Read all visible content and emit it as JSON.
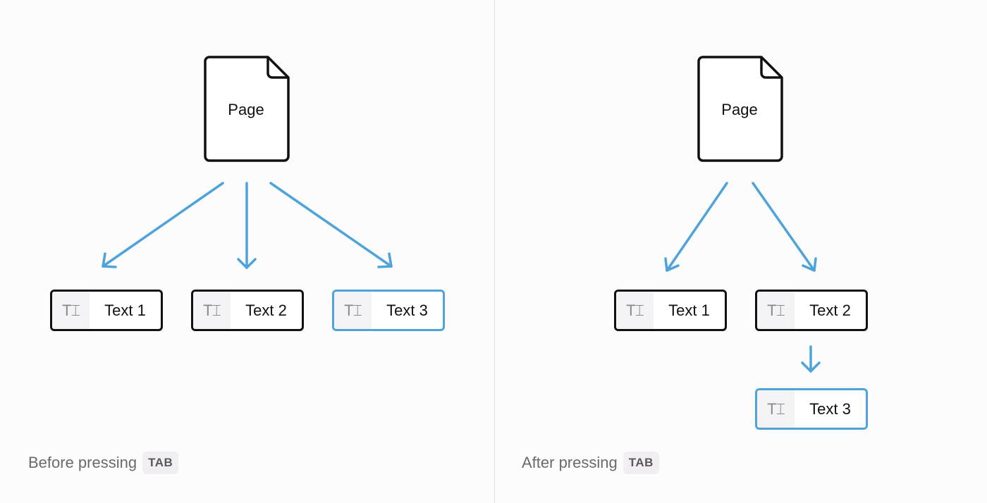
{
  "colors": {
    "accent": "#4ea3db",
    "border": "#111111"
  },
  "before": {
    "page_label": "Page",
    "items": [
      "Text 1",
      "Text 2",
      "Text 3"
    ],
    "selected": "Text 3",
    "caption": "Before pressing",
    "key": "TAB"
  },
  "after": {
    "page_label": "Page",
    "items": [
      "Text 1",
      "Text 2",
      "Text 3"
    ],
    "selected": "Text 3",
    "caption": "After pressing",
    "key": "TAB"
  },
  "icons": {
    "text_block": "text-cursor-icon"
  }
}
